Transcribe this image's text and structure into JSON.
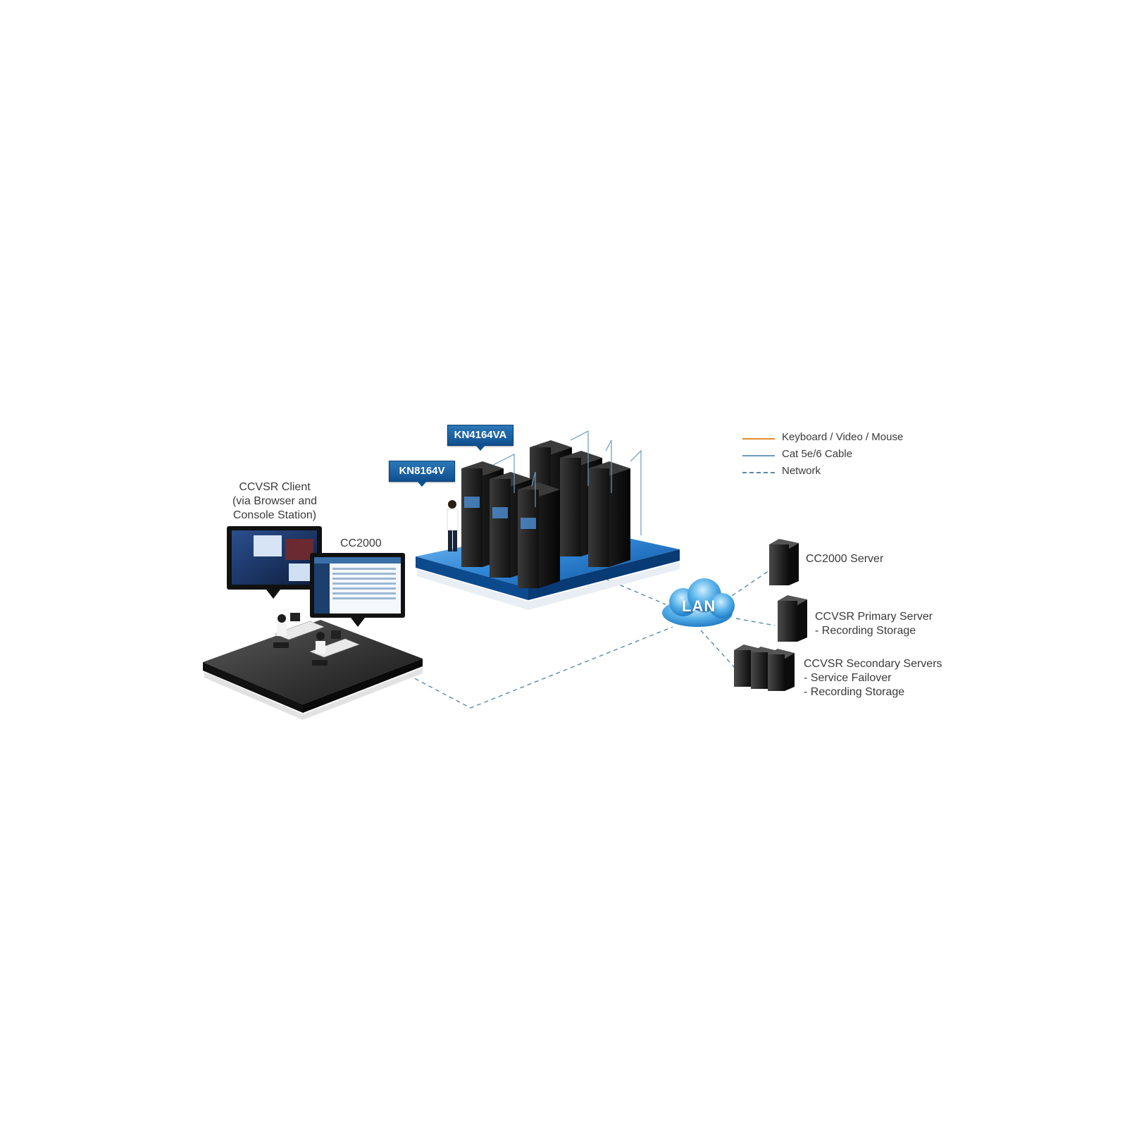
{
  "legend": [
    {
      "label": "Keyboard / Video / Mouse",
      "color": "#e58a2e",
      "style": "solid"
    },
    {
      "label": "Cat 5e/6 Cable",
      "color": "#6a9ac0",
      "style": "solid"
    },
    {
      "label": "Network",
      "color": "#5a8aa8",
      "style": "dashed"
    }
  ],
  "models": {
    "kn4164va": "KN4164VA",
    "kn8164v": "KN8164V"
  },
  "client": {
    "line1": "CCVSR Client",
    "line2": "(via Browser and",
    "line3": "Console Station)",
    "cc2000": "CC2000"
  },
  "lan": "LAN",
  "servers": {
    "cc2000_server": "CC2000 Server",
    "primary_line1": "CCVSR Primary Server",
    "primary_line2": "- Recording Storage",
    "secondary_line1": "CCVSR Secondary Servers",
    "secondary_line2": "- Service Failover",
    "secondary_line3": "- Recording Storage"
  },
  "colors": {
    "platform_blue": "#1f6fc0",
    "platform_dark": "#2a2a2a",
    "rack": "#1c1c1c",
    "cloud": "#4aa6e0"
  }
}
